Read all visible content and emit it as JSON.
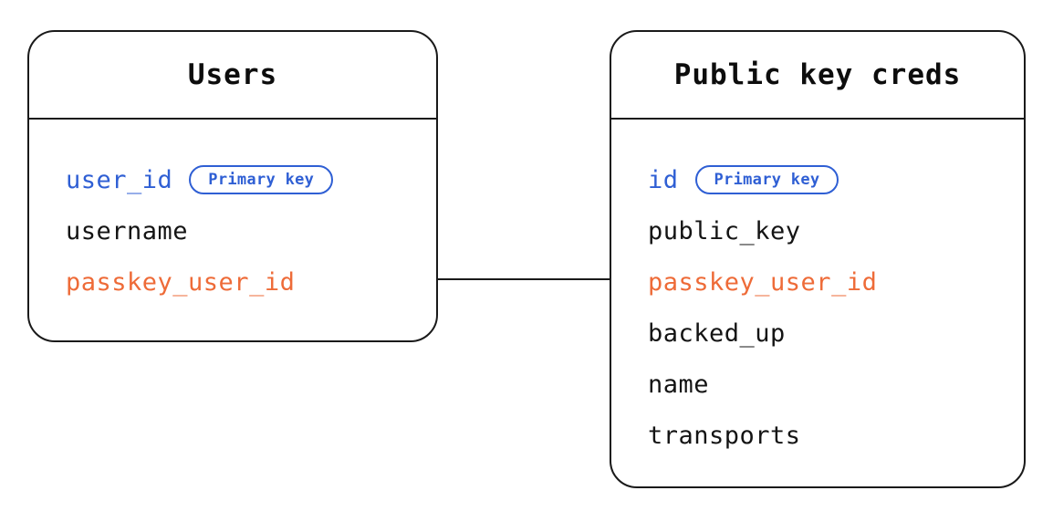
{
  "diagram": {
    "type": "entity-relationship-diagram",
    "background": "#ffffff",
    "colors": {
      "stroke": "#1a1a1a",
      "text": "#141414",
      "primary_key": "#2f5fd4",
      "foreign_key": "#ee6b38",
      "badge_border": "#2f5fd4"
    },
    "entities": [
      {
        "id": "users",
        "title": "Users",
        "fields": [
          {
            "name": "user_id",
            "role": "key",
            "badge": "Primary key"
          },
          {
            "name": "username",
            "role": "plain",
            "badge": null
          },
          {
            "name": "passkey_user_id",
            "role": "fk",
            "badge": null
          }
        ]
      },
      {
        "id": "public_key_creds",
        "title": "Public key creds",
        "fields": [
          {
            "name": "id",
            "role": "key",
            "badge": "Primary key"
          },
          {
            "name": "public_key",
            "role": "plain",
            "badge": null
          },
          {
            "name": "passkey_user_id",
            "role": "fk",
            "badge": null
          },
          {
            "name": "backed_up",
            "role": "plain",
            "badge": null
          },
          {
            "name": "name",
            "role": "plain",
            "badge": null
          },
          {
            "name": "transports",
            "role": "plain",
            "badge": null
          }
        ]
      }
    ],
    "relationships": [
      {
        "id": "users-to-creds",
        "from_entity": "users",
        "from_field": "passkey_user_id",
        "to_entity": "public_key_creds",
        "to_field": "passkey_user_id",
        "style": "solid-line"
      }
    ]
  }
}
